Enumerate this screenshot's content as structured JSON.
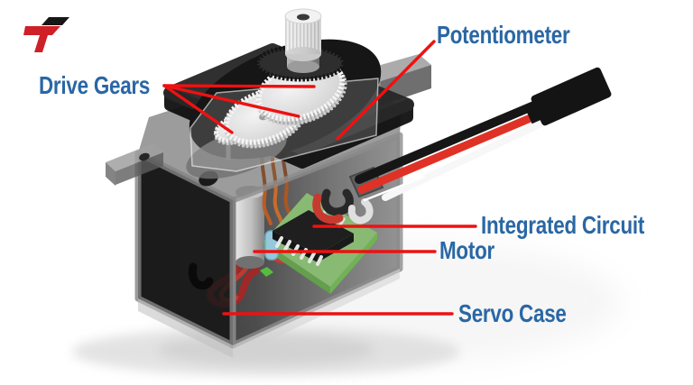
{
  "logo": {
    "icon": "brand-logo-icon",
    "red": "#cf2027",
    "black": "#171717"
  },
  "diagram": {
    "labels": {
      "drive_gears": "Drive Gears",
      "potentiometer": "Potentiometer",
      "integrated_circuit": "Integrated Circuit",
      "motor": "Motor",
      "servo_case": "Servo Case"
    },
    "colors": {
      "label_text": "#2a67a4",
      "leader_line": "#ee1111",
      "pcb_green": "#8cc972",
      "gear_white": "#e6e6e6",
      "case_dark": "#1d1d1d",
      "wire_red": "#d92b20",
      "capacitor_blue": "#9ad9ef"
    }
  }
}
